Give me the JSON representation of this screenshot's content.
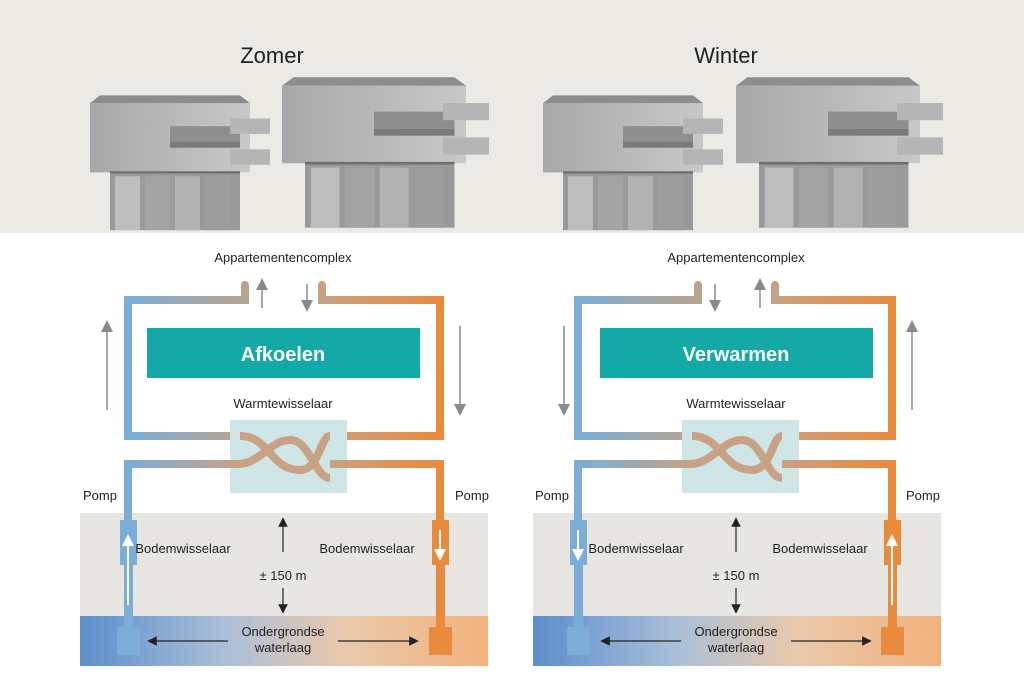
{
  "panels": [
    {
      "season": "Zomer",
      "building_label": "Appartementencomplex",
      "mode_label": "Afkoelen",
      "exchanger_label": "Warmtewisselaar",
      "pump_left": "Pomp",
      "pump_right": "Pomp",
      "ground_left": "Bodemwisselaar",
      "ground_right": "Bodemwisselaar",
      "depth": "± 150 m",
      "aquifer_line1": "Ondergrondse",
      "aquifer_line2": "waterlaag"
    },
    {
      "season": "Winter",
      "building_label": "Appartementencomplex",
      "mode_label": "Verwarmen",
      "exchanger_label": "Warmtewisselaar",
      "pump_left": "Pomp",
      "pump_right": "Pomp",
      "ground_left": "Bodemwisselaar",
      "ground_right": "Bodemwisselaar",
      "depth": "± 150 m",
      "aquifer_line1": "Ondergrondse",
      "aquifer_line2": "waterlaag"
    }
  ],
  "colors": {
    "sky": "#ebeae5",
    "cold_pipe": "#7aaed8",
    "warm_pipe": "#e98a3c",
    "mixed_pipe": "#c9a184",
    "mode_box": "#14a8a6",
    "exchanger": "#cfe6e7",
    "ground": "#e7e6e2",
    "aquifer_cold": "#5b8fcb",
    "aquifer_warm": "#f2b27c",
    "arrow": "#8a8a8a"
  }
}
